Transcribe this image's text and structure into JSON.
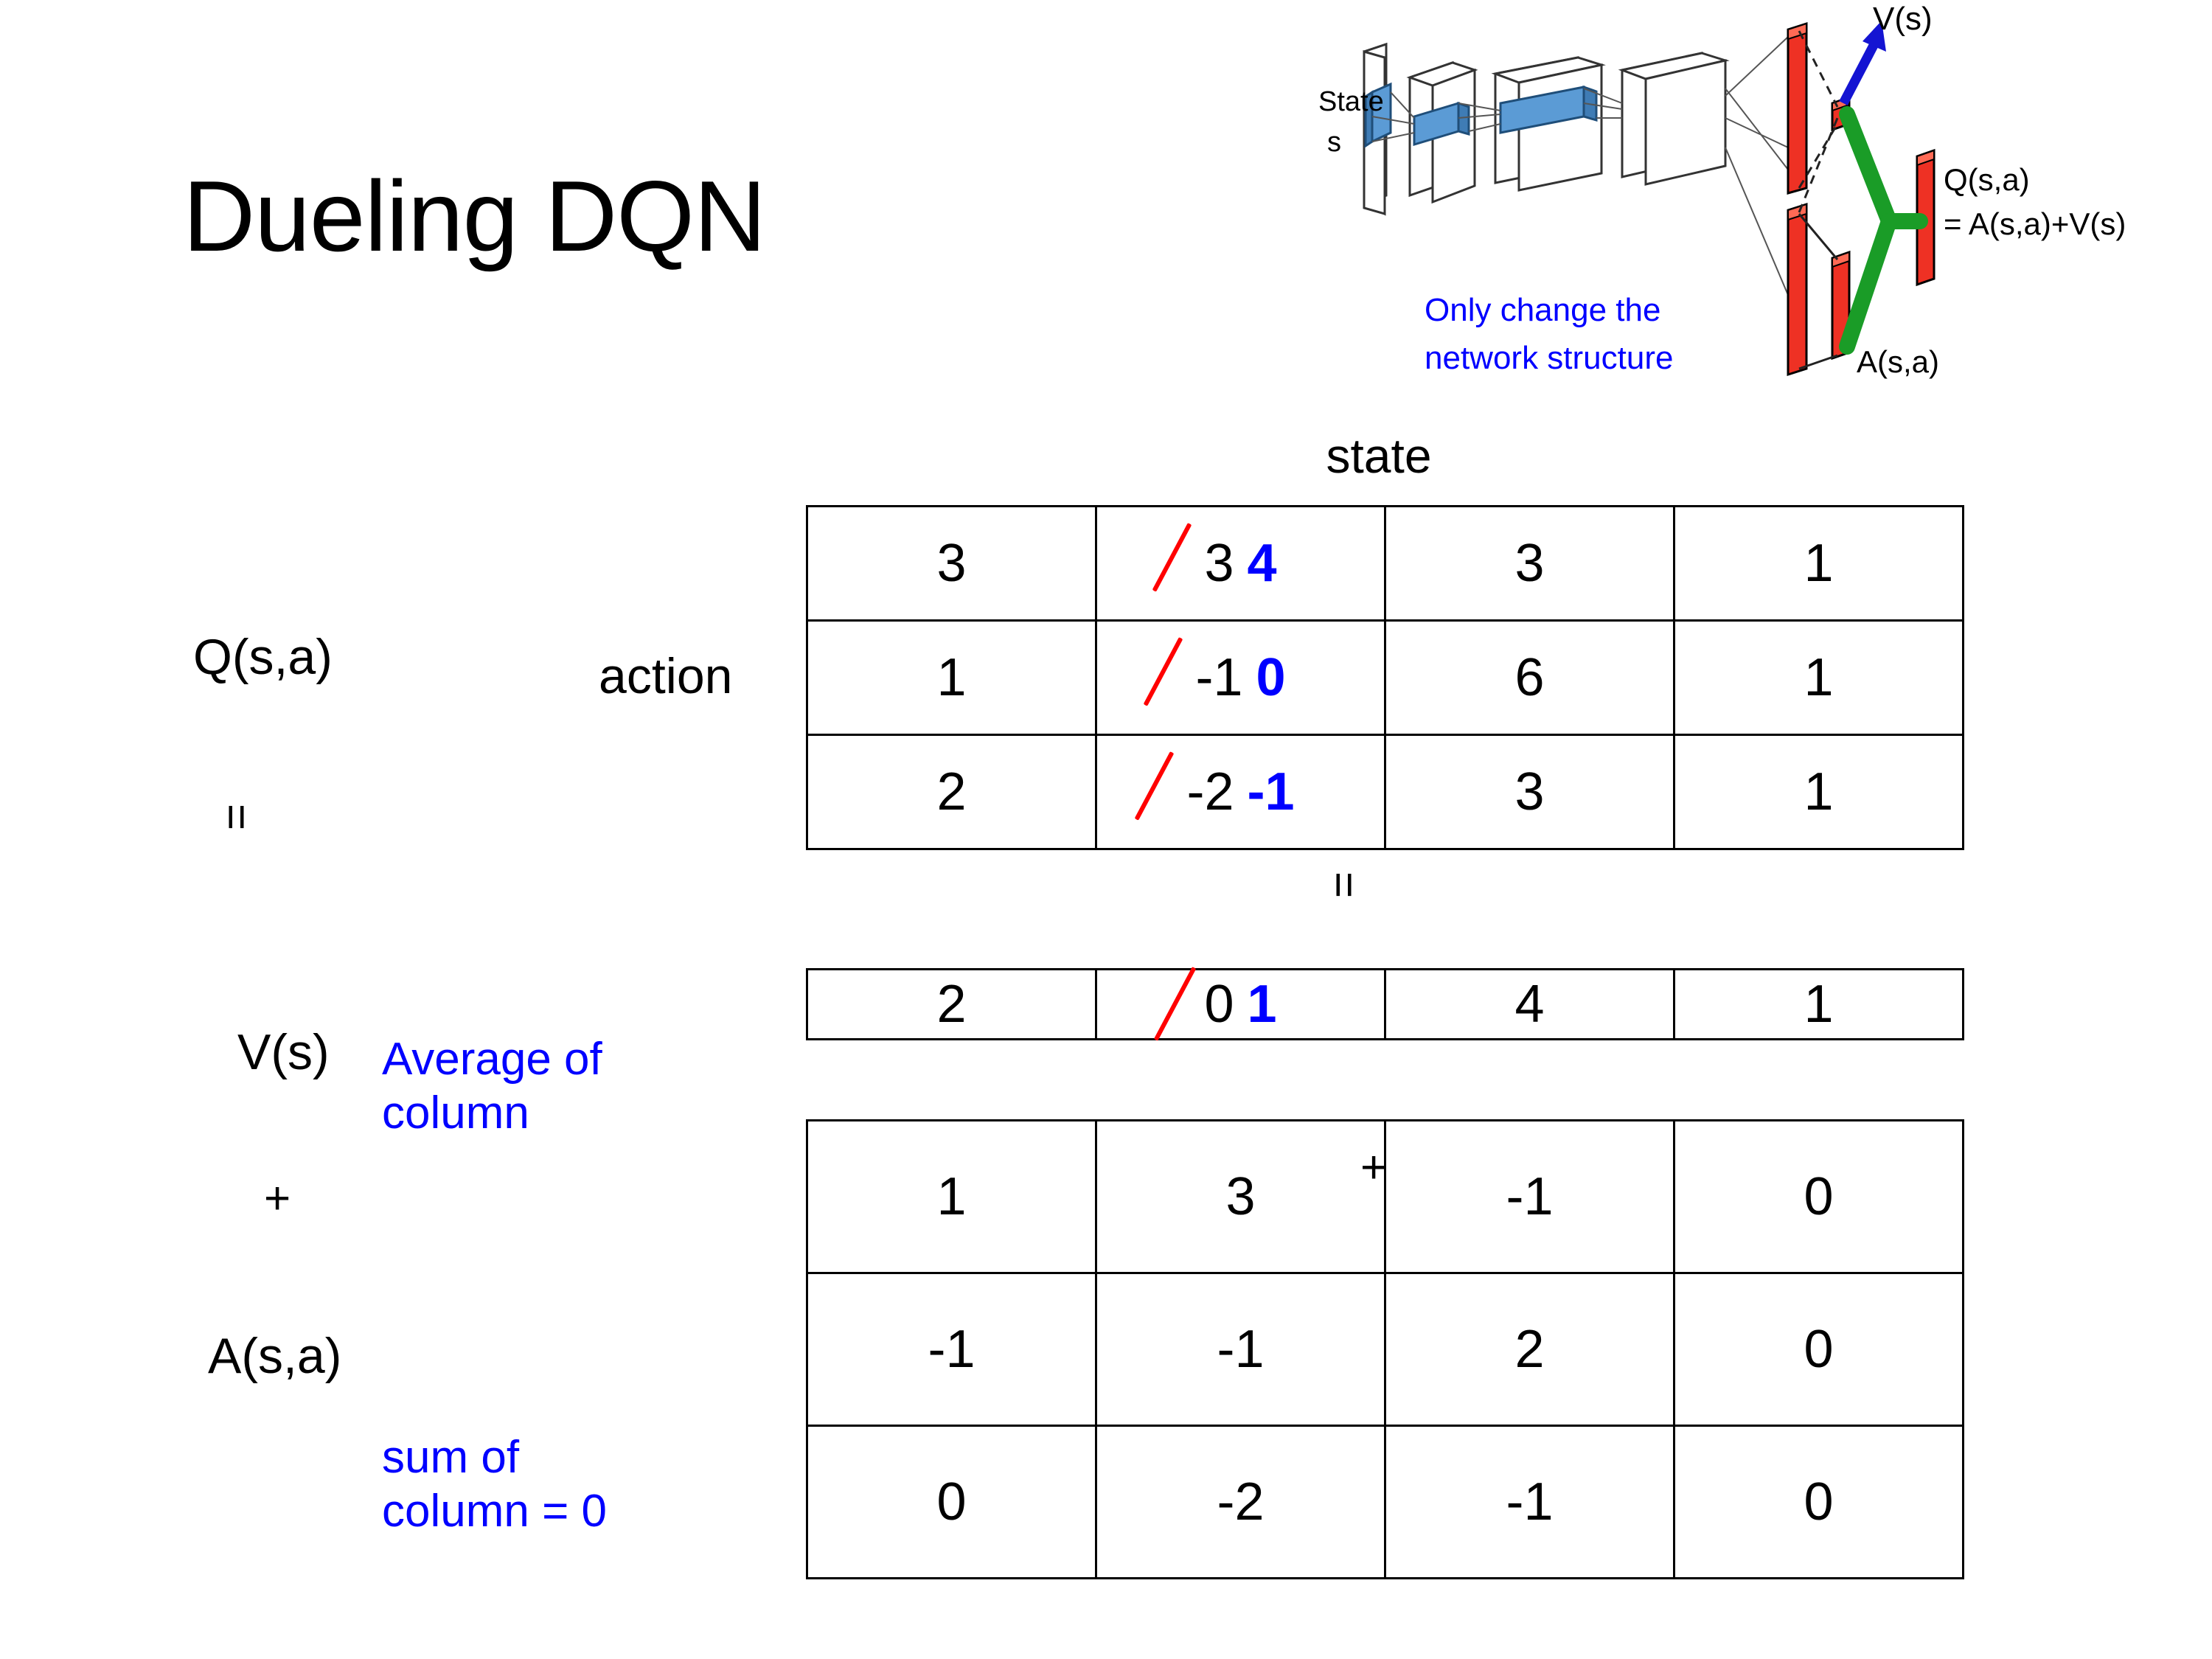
{
  "slide": {
    "title": "Dueling DQN"
  },
  "diagram": {
    "input_label_line1": "State",
    "input_label_line2": "s",
    "note_line1": "Only change the",
    "note_line2": "network structure",
    "value_label": "V(s)",
    "advantage_label": "A(s,a)",
    "q_label_line1": "Q(s,a)",
    "q_label_line2": "= A(s,a)+V(s)",
    "colors": {
      "note": "#0000ff",
      "value_arrow": "#1414d2",
      "bars": "#ee3124",
      "merge": "#1a9c27",
      "conv_slab": "#5b9bd5"
    }
  },
  "axes": {
    "state_header": "state",
    "action_label": "action"
  },
  "labels": {
    "q": "Q(s,a)",
    "v": "V(s)",
    "a": "A(s,a)",
    "equals_left": "=",
    "plus_left": "+",
    "average_line1": "Average of",
    "average_line2": "column",
    "sum_line1": "sum of",
    "sum_line2": "column = 0"
  },
  "operators": {
    "equals_mid": "=",
    "plus_mid": "+"
  },
  "chart_data": {
    "type": "table",
    "title": "Dueling DQN  —  Q(s,a) = V(s) + A(s,a)",
    "columns_label": "state",
    "rows_label": "action",
    "q_table": {
      "name": "Q(s,a)",
      "rows": 3,
      "cols": 4,
      "values": [
        [
          "3",
          "3",
          "3",
          "1"
        ],
        [
          "1",
          "-1",
          "6",
          "1"
        ],
        [
          "2",
          "-2",
          "3",
          "1"
        ]
      ],
      "corrections": [
        {
          "row": 0,
          "col": 1,
          "old": "3",
          "new": "4"
        },
        {
          "row": 1,
          "col": 1,
          "old": "-1",
          "new": "0"
        },
        {
          "row": 2,
          "col": 1,
          "old": "-2",
          "new": "-1"
        }
      ]
    },
    "v_table": {
      "name": "V(s)",
      "rows": 1,
      "cols": 4,
      "values": [
        [
          "2",
          "0",
          "4",
          "1"
        ]
      ],
      "corrections": [
        {
          "row": 0,
          "col": 1,
          "old": "0",
          "new": "1"
        }
      ],
      "rule": "Average of column"
    },
    "a_table": {
      "name": "A(s,a)",
      "rows": 3,
      "cols": 4,
      "values": [
        [
          "1",
          "3",
          "-1",
          "0"
        ],
        [
          "-1",
          "-1",
          "2",
          "0"
        ],
        [
          "0",
          "-2",
          "-1",
          "0"
        ]
      ],
      "corrections": [],
      "rule": "sum of column = 0"
    }
  }
}
